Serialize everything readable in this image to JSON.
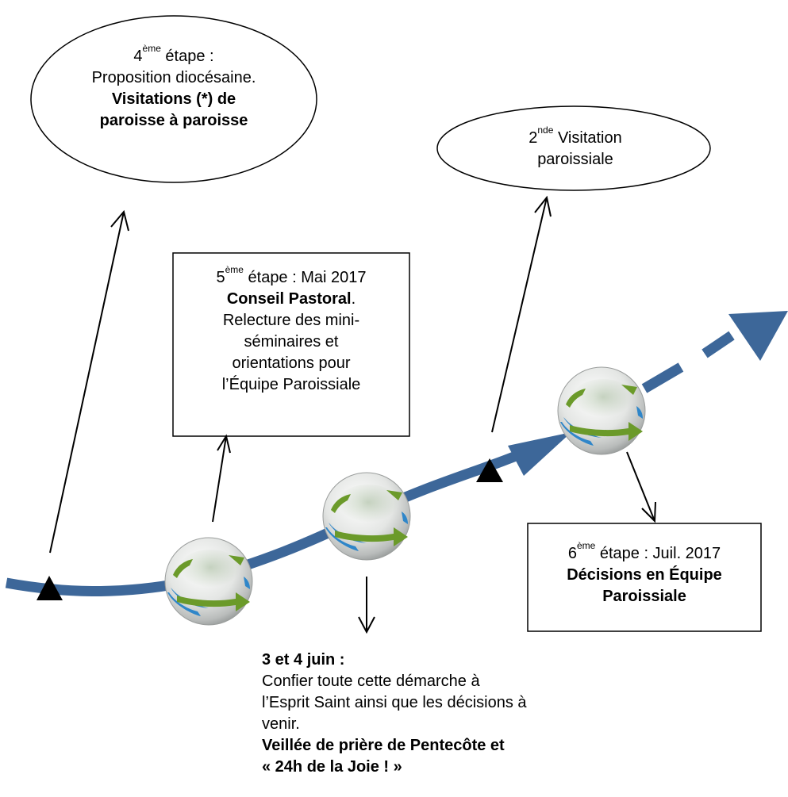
{
  "colors": {
    "timeline": "#3d6799",
    "marker": "#000000",
    "globe_blue": "#2f86c9",
    "globe_green": "#6b9a2a"
  },
  "icons": [
    "triangle-marker-icon",
    "globe-icon"
  ],
  "step4": {
    "num": "4",
    "sup": "ème",
    "suffix": " étape :",
    "line2": "Proposition diocésaine.",
    "bold1": "Visitations (*) de",
    "bold2": "paroisse à paroisse"
  },
  "visit2": {
    "num": "2",
    "sup": "nde",
    "suffix": " Visitation",
    "line2": "paroissiale"
  },
  "step5": {
    "num": "5",
    "sup": "ème",
    "suffix": " étape : Mai 2017",
    "bold": "Conseil Pastoral",
    "after_bold": ".",
    "lines": [
      "Relecture des mini-",
      "séminaires et",
      "orientations pour",
      "l’Équipe Paroissiale"
    ]
  },
  "step6": {
    "num": "6",
    "sup": "ème",
    "suffix": " étape : Juil. 2017",
    "bold1": "Décisions en Équipe",
    "bold2": "Paroissiale"
  },
  "june": {
    "title": "3 et 4 juin :",
    "lines": [
      "Confier toute cette démarche à",
      "l’Esprit Saint ainsi que les décisions à",
      "venir."
    ],
    "bold1": "Veillée de prière de Pentecôte et",
    "bold2": "« 24h de la Joie ! »"
  }
}
